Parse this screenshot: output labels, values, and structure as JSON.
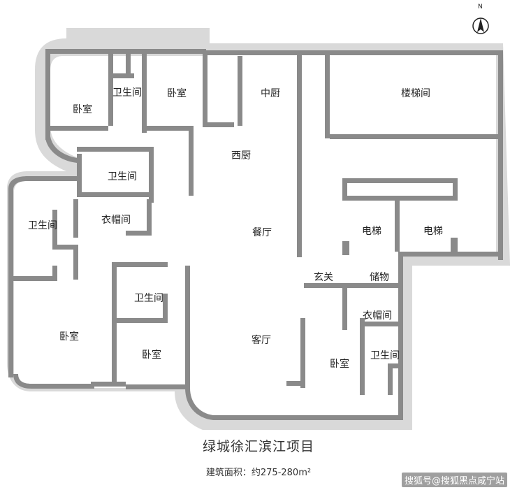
{
  "plan": {
    "rooms": {
      "bedroom_nw": "卧室",
      "bath_nw": "卫生间",
      "bedroom_n": "卧室",
      "kitchen_cn": "中厨",
      "stairwell": "楼梯间",
      "kitchen_west": "西厨",
      "bath_center": "卫生间",
      "bath_west": "卫生间",
      "closet_west": "衣帽间",
      "dining": "餐厅",
      "elevator_1": "电梯",
      "elevator_2": "电梯",
      "foyer": "玄关",
      "storage": "储物",
      "bath_sw_inner": "卫生间",
      "closet_se": "衣帽间",
      "bedroom_sw": "卧室",
      "living": "客厅",
      "bedroom_s": "卧室",
      "bedroom_se": "卧室",
      "bath_se": "卫生间"
    },
    "compass_label": "N"
  },
  "footer": {
    "title": "绿城徐汇滨江项目",
    "subtitle": "建筑面积：约275-280m²",
    "credit": "搜狐号@搜狐黑点咸宁站"
  },
  "colors": {
    "wall": "#8a8a8a",
    "wall_shadow": "#d6d6d6",
    "floor": "#ffffff"
  }
}
